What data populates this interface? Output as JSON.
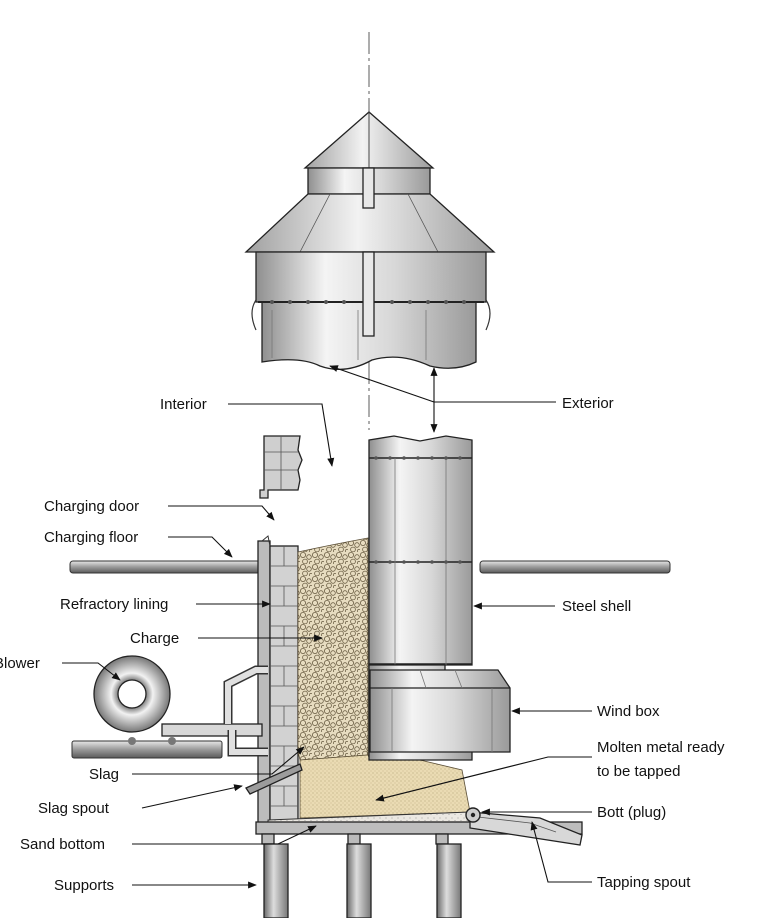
{
  "labels": {
    "interior": "Interior",
    "exterior": "Exterior",
    "charging_door": "Charging door",
    "charging_floor": "Charging floor",
    "refractory_lining": "Refractory lining",
    "charge": "Charge",
    "blower": "Blower",
    "steel_shell": "Steel shell",
    "wind_box": "Wind box",
    "molten_line1": "Molten metal ready",
    "molten_line2": "to be tapped",
    "slag": "Slag",
    "slag_spout": "Slag spout",
    "bott": "Bott (plug)",
    "sand_bottom": "Sand bottom",
    "supports": "Supports",
    "tapping_spout": "Tapping spout"
  },
  "colors": {
    "metal_light": "#f2f2f2",
    "metal_dark": "#8f8f8f",
    "charge_fill": "#e7dcc0",
    "molten_fill": "#eadbb3",
    "sand_fill": "#e9e6df",
    "brick": "#c9c9c9"
  }
}
